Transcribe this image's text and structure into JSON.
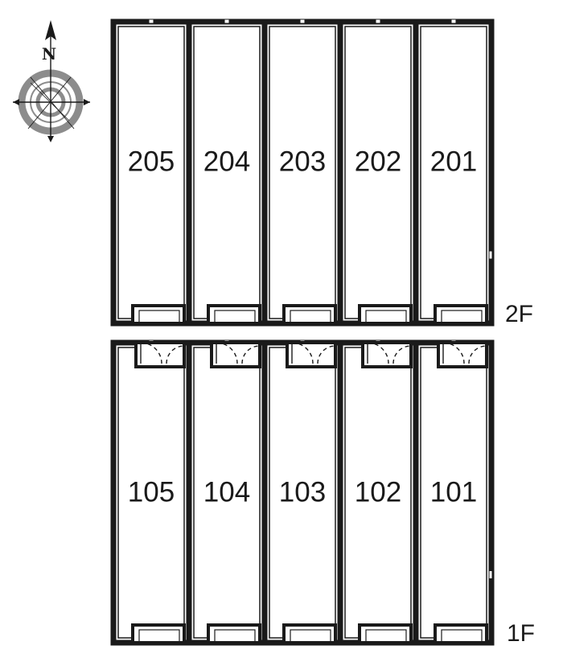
{
  "compass": {
    "north_label": "N",
    "icon": "compass-rose-icon"
  },
  "floors": [
    {
      "label": "2F",
      "rooms": [
        {
          "number": "205"
        },
        {
          "number": "204"
        },
        {
          "number": "203"
        },
        {
          "number": "202"
        },
        {
          "number": "201"
        }
      ]
    },
    {
      "label": "1F",
      "rooms": [
        {
          "number": "105"
        },
        {
          "number": "104"
        },
        {
          "number": "103"
        },
        {
          "number": "102"
        },
        {
          "number": "101"
        }
      ]
    }
  ],
  "colors": {
    "line": "#1a1a1a",
    "compass_ring": "#8c8c8c",
    "background": "#ffffff"
  }
}
